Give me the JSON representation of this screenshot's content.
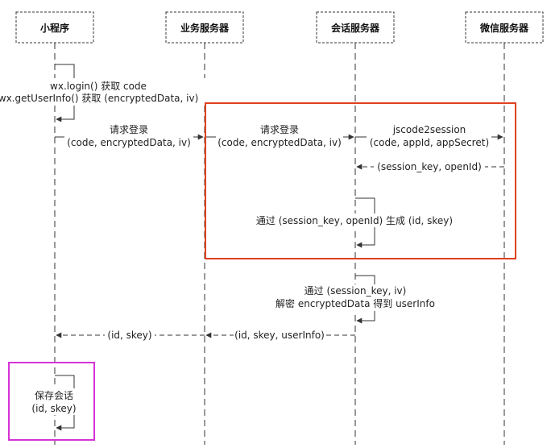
{
  "participants": [
    "小程序",
    "业务服务器",
    "会话服务器",
    "微信服务器"
  ],
  "self_calls": {
    "login": [
      "wx.login() 获取 code",
      "wx.getUserInfo() 获取 (encryptedData, iv)"
    ],
    "generate": "通过 (session_key, openId) 生成 (id, skey)",
    "decrypt": [
      "通过 (session_key, iv)",
      "解密 encryptedData 得到 userInfo"
    ],
    "save": [
      "保存会话",
      "(id, skey)"
    ]
  },
  "messages": {
    "request_login_1": [
      "请求登录",
      "(code, encryptedData, iv)"
    ],
    "request_login_2": [
      "请求登录",
      "(code, encryptedData, iv)"
    ],
    "jscode2session": [
      "jscode2session",
      "(code, appId, appSecret)"
    ],
    "session_return": "(session_key, openId)",
    "user_return": "(id, skey, userInfo)",
    "client_return": "(id, skey)"
  },
  "colors": {
    "highlight_wechat_auth": "#e0401f",
    "highlight_client_save": "#d633d6",
    "line": "#333333"
  }
}
